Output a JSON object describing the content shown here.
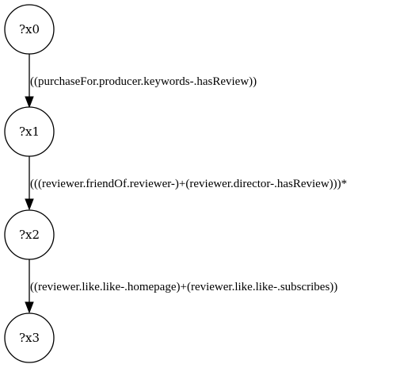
{
  "nodes": [
    {
      "id": "x0",
      "label": "?x0"
    },
    {
      "id": "x1",
      "label": "?x1"
    },
    {
      "id": "x2",
      "label": "?x2"
    },
    {
      "id": "x3",
      "label": "?x3"
    }
  ],
  "edges": [
    {
      "from": "x0",
      "to": "x1",
      "label": "((purchaseFor.producer.keywords-.hasReview))"
    },
    {
      "from": "x1",
      "to": "x2",
      "label": "(((reviewer.friendOf.reviewer-)+(reviewer.director-.hasReview)))*"
    },
    {
      "from": "x2",
      "to": "x3",
      "label": "((reviewer.like.like-.homepage)+(reviewer.like.like-.subscribes))"
    }
  ]
}
